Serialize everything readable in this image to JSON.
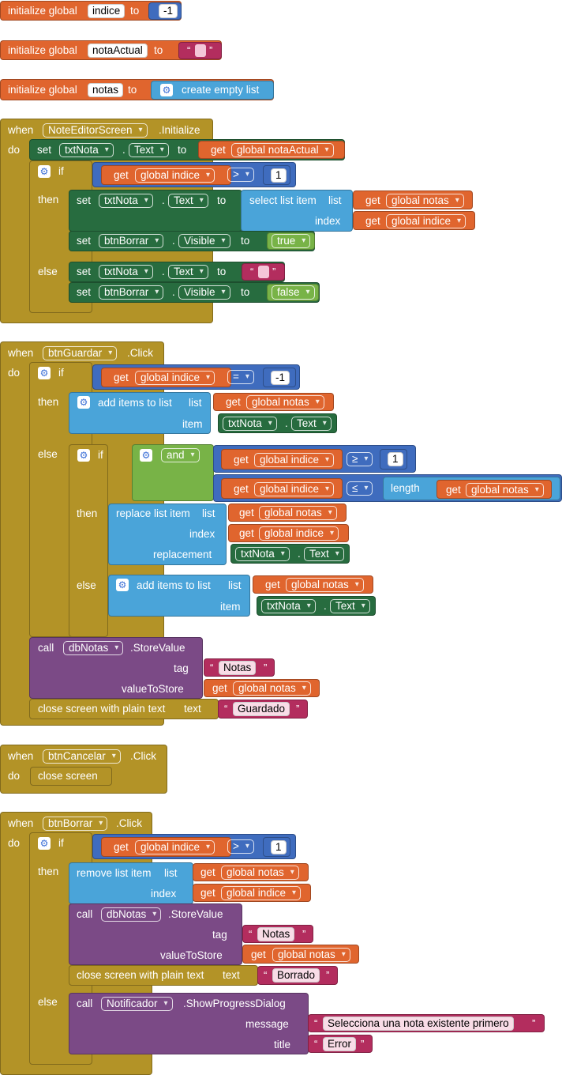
{
  "kw": {
    "initialize_global": "initialize global",
    "to": "to",
    "when": "when",
    "do": "do",
    "set": "set",
    "get": "get",
    "if": "if",
    "then": "then",
    "else": "else",
    "dot": ".",
    "call": "call",
    "list": "list",
    "index": "index",
    "item": "item",
    "tag": "tag",
    "valueToStore": "valueToStore",
    "replacement": "replacement",
    "message": "message",
    "title": "title",
    "text": "text",
    "quote_open": "“",
    "quote_close": "”"
  },
  "globals": [
    {
      "name": "indice",
      "value": "-1"
    },
    {
      "name": "notaActual",
      "value": ""
    },
    {
      "name": "notas",
      "value": "create empty list"
    }
  ],
  "events": {
    "initialize": ".Initialize",
    "click": ".Click",
    "store_value": ".StoreValue",
    "show_progress": ".ShowProgressDialog"
  },
  "components": {
    "screen": "NoteEditorScreen",
    "txt": "txtNota",
    "btn_borrar": "btnBorrar",
    "btn_guardar": "btnGuardar",
    "btn_cancelar": "btnCancelar",
    "db": "dbNotas",
    "notificador": "Notificador"
  },
  "props": {
    "text": "Text",
    "visible": "Visible"
  },
  "vars": {
    "indice": "global indice",
    "notas": "global notas",
    "nota_actual": "global notaActual"
  },
  "ops": {
    "gt": ">",
    "eq": "=",
    "gte": "≥",
    "lte": "≤",
    "and": "and",
    "length": "length"
  },
  "nums": {
    "one": "1",
    "minus_one": "-1"
  },
  "bools": {
    "true": "true",
    "false": "false"
  },
  "procs": {
    "select_item": "select list item",
    "add_items": "add items to list",
    "replace_item": "replace list item",
    "remove_item": "remove list item",
    "close_screen": "close screen",
    "close_screen_text": "close screen with plain text"
  },
  "strings": {
    "notas": "Notas",
    "guardado": "Guardado",
    "borrado": "Borrado",
    "selecciona": "Selecciona una nota existente primero",
    "error": "Error"
  },
  "colors": {
    "variables": "#e0652e",
    "events": "#b39327",
    "control": "#b39327",
    "set_green": "#276c3f",
    "lists": "#4aa4d9",
    "math": "#3f6cbe",
    "logic": "#78b347",
    "text": "#b32d5e",
    "procedure_purple": "#7b4a86"
  }
}
